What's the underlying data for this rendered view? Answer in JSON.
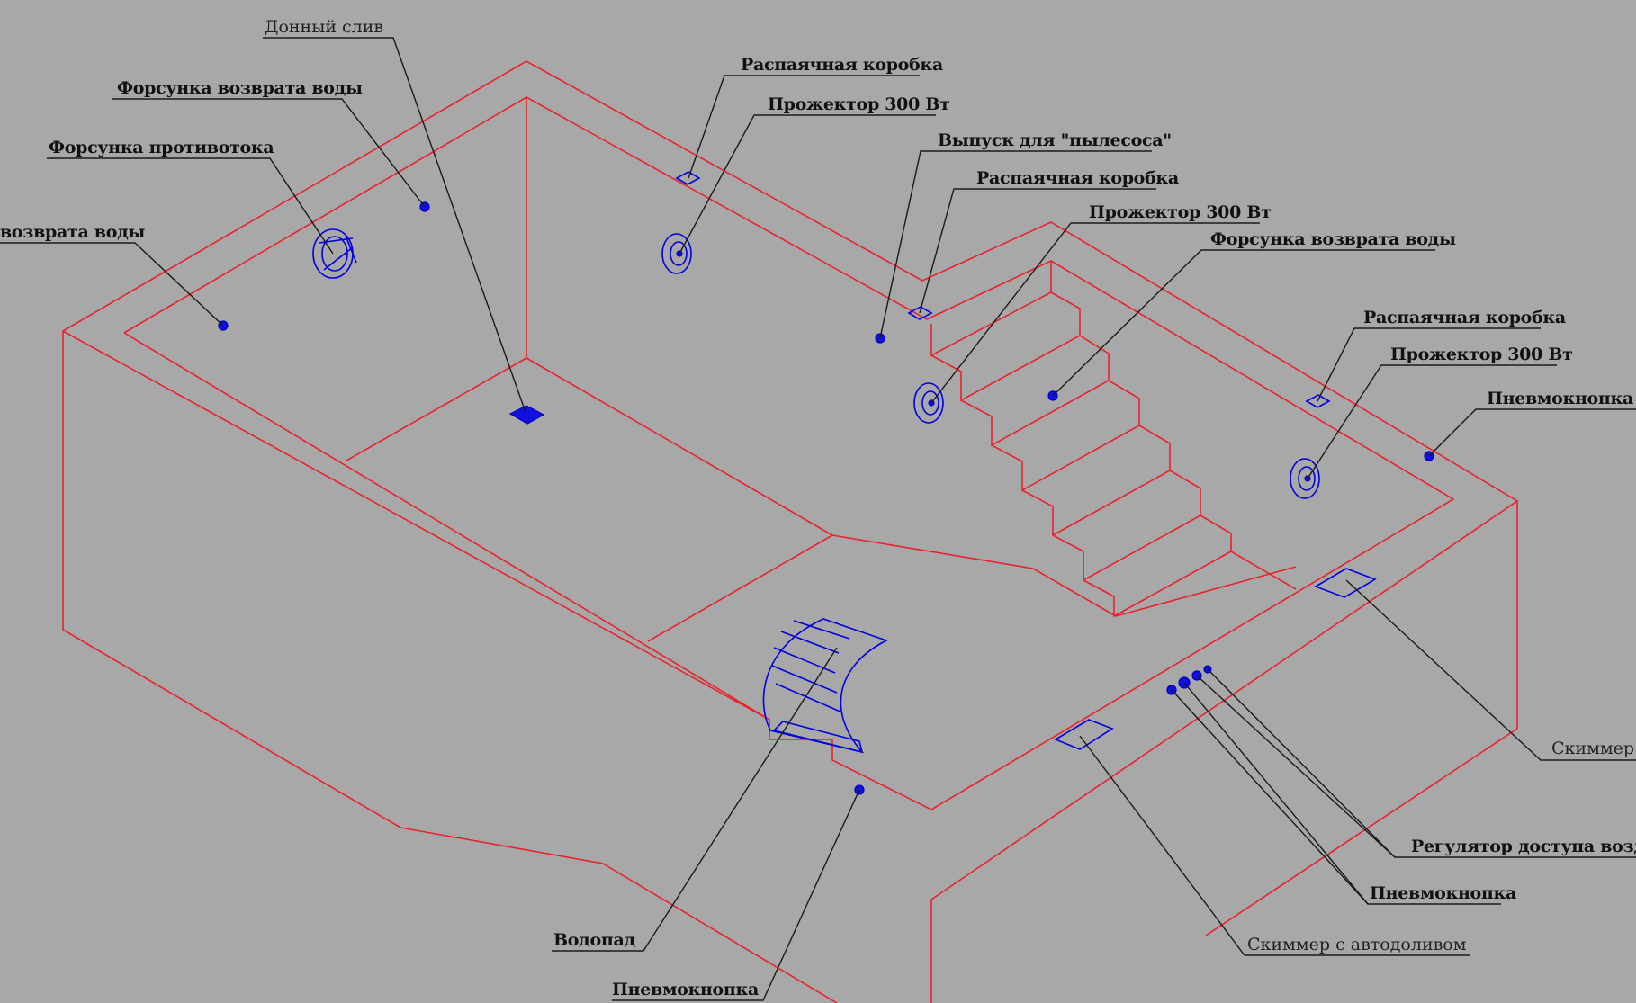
{
  "colors": {
    "background": "#a8a8a8",
    "pool_outline": "#e8232c",
    "equipment": "#0000e0",
    "leader": "#1a1a1a"
  },
  "labels": {
    "bottom_drain": "Донный слив",
    "return_nozzle_top": "Форсунка возврата воды",
    "counterflow_nozzle": "Форсунка противотока",
    "return_nozzle_left": "возврата воды",
    "junction_box_1": "Распаячная коробка",
    "spotlight_1": "Прожектор 300 Вт",
    "vacuum_outlet": "Выпуск для \"пылесоса\"",
    "junction_box_2": "Распаячная коробка",
    "spotlight_2": "Прожектор 300 Вт",
    "return_nozzle_steps": "Форсунка возврата воды",
    "junction_box_3": "Распаячная коробка",
    "spotlight_3": "Прожектор 300 Вт",
    "pneumo_button_right": "Пневмокнопка",
    "skimmer": "Скиммер",
    "air_regulator": "Регулятор доступа воздуха",
    "pneumo_button_bottom": "Пневмокнопка",
    "skimmer_autofill": "Скиммер с автодоливом",
    "waterfall": "Водопад",
    "pneumo_button_front": "Пневмокнопка"
  }
}
